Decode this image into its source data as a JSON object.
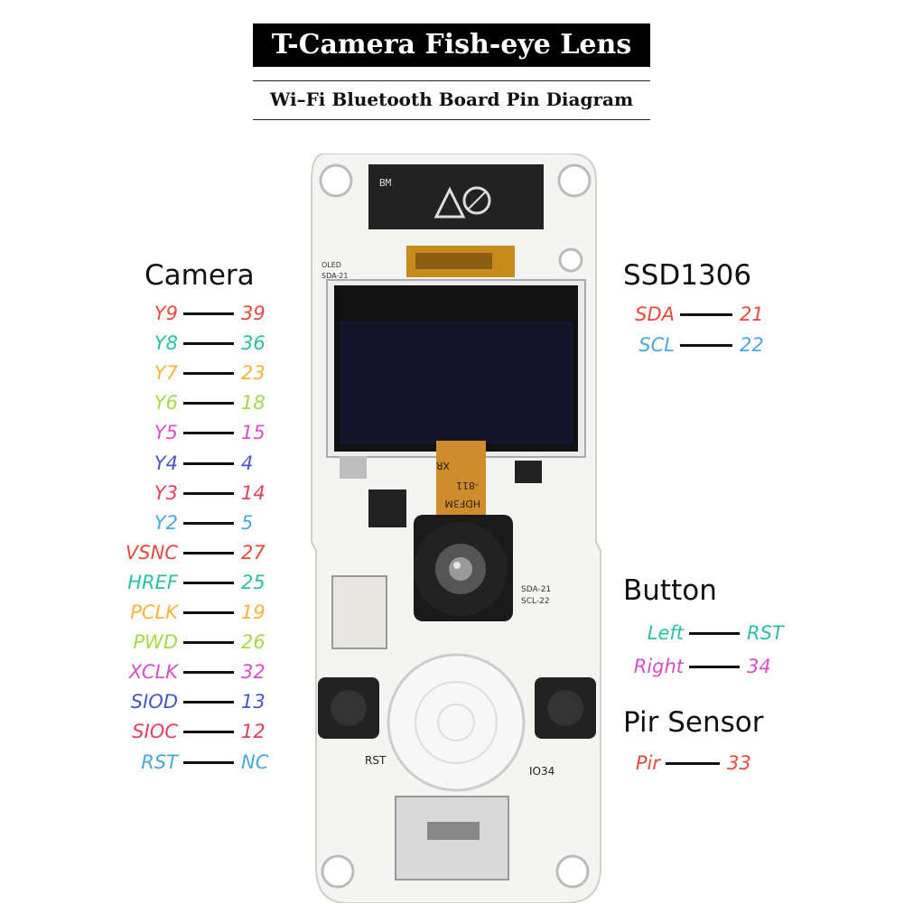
{
  "header": {
    "title": "T-Camera Fish-eye Lens",
    "subtitle": "Wi–Fi Bluetooth Board Pin Diagram"
  },
  "board": {
    "esd_label": "BM",
    "oled_label_1": "OLED",
    "oled_label_2": "SDA-21",
    "cable_text_1": "HDF3M",
    "cable_text_2": "-811",
    "cable_text_3": "XR",
    "board_label_sda": "SDA-21",
    "board_label_scl": "SCL-22",
    "rst_label": "RST",
    "io34_label": "IO34"
  },
  "camera": {
    "title": "Camera",
    "pins": [
      {
        "name": "Y9",
        "num": "39",
        "color": "#e8493f"
      },
      {
        "name": "Y8",
        "num": "36",
        "color": "#2bbfa4"
      },
      {
        "name": "Y7",
        "num": "23",
        "color": "#f2b43a"
      },
      {
        "name": "Y6",
        "num": "18",
        "color": "#a6d84a"
      },
      {
        "name": "Y5",
        "num": "15",
        "color": "#d84fc9"
      },
      {
        "name": "Y4",
        "num": "4",
        "color": "#4a56c8"
      },
      {
        "name": "Y3",
        "num": "14",
        "color": "#e0425a"
      },
      {
        "name": "Y2",
        "num": "5",
        "color": "#48a9dc"
      },
      {
        "name": "VSNC",
        "num": "27",
        "color": "#e8493f"
      },
      {
        "name": "HREF",
        "num": "25",
        "color": "#2bbfa4"
      },
      {
        "name": "PCLK",
        "num": "19",
        "color": "#f2b43a"
      },
      {
        "name": "PWD",
        "num": "26",
        "color": "#a6d84a"
      },
      {
        "name": "XCLK",
        "num": "32",
        "color": "#d84fc9"
      },
      {
        "name": "SIOD",
        "num": "13",
        "color": "#4a56c8"
      },
      {
        "name": "SIOC",
        "num": "12",
        "color": "#e0425a"
      },
      {
        "name": "RST",
        "num": "NC",
        "color": "#48a9dc"
      }
    ]
  },
  "ssd1306": {
    "title": "SSD1306",
    "pins": [
      {
        "name": "SDA",
        "num": "21",
        "color": "#e8493f"
      },
      {
        "name": "SCL",
        "num": "22",
        "color": "#48a9dc"
      }
    ]
  },
  "button": {
    "title": "Button",
    "pins": [
      {
        "name": "Left",
        "num": "RST",
        "color": "#2bbfa4"
      },
      {
        "name": "Right",
        "num": "34",
        "color": "#d84fc9"
      }
    ]
  },
  "pir": {
    "title": "Pir Sensor",
    "pins": [
      {
        "name": "Pir",
        "num": "33",
        "color": "#e8493f"
      }
    ]
  }
}
